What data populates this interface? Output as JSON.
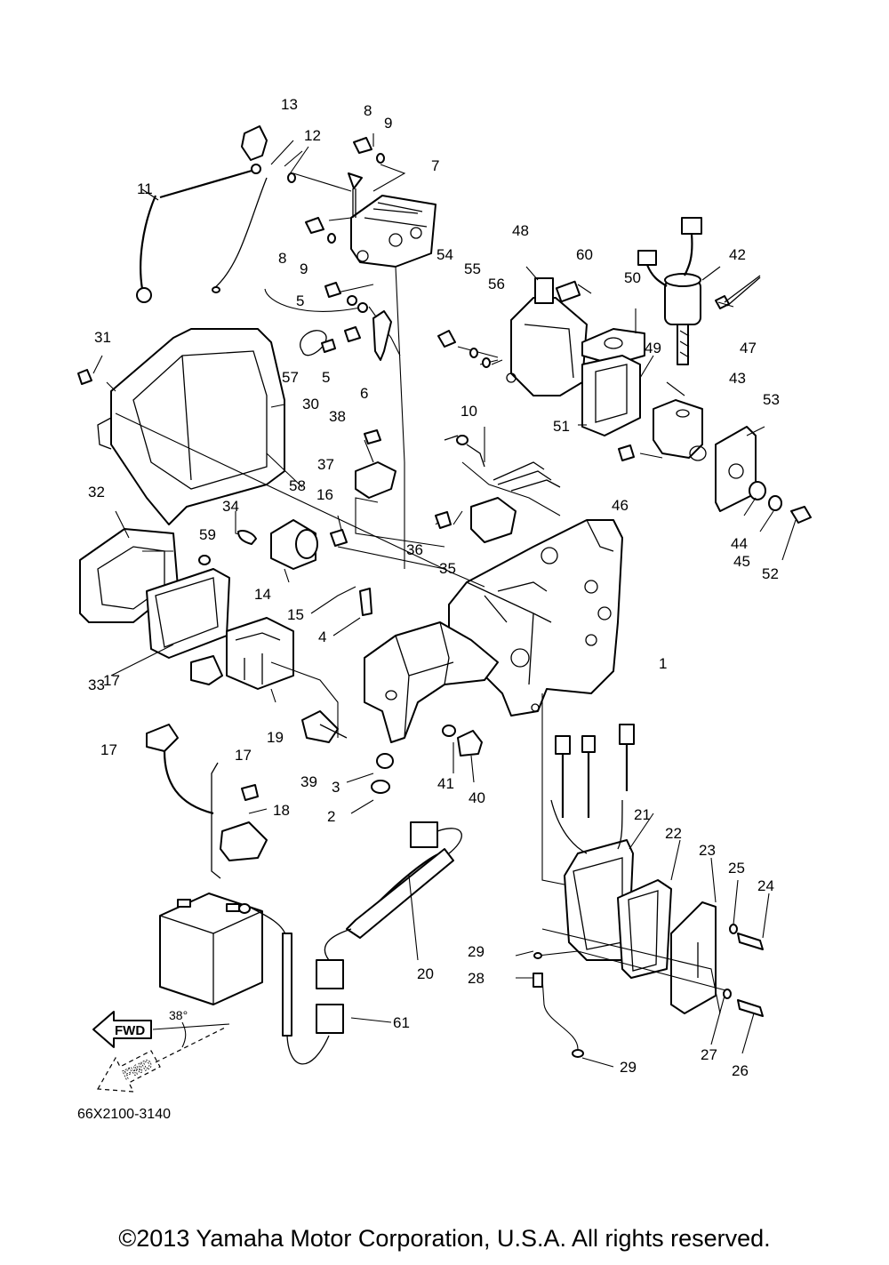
{
  "diagram": {
    "drawing_code": "66X2100-3140",
    "fwd_label": "FWD",
    "angle_label": "38°",
    "copyright": "©2013 Yamaha Motor Corporation, U.S.A. All rights reserved.",
    "callouts": [
      {
        "id": "1"
      },
      {
        "id": "2"
      },
      {
        "id": "3"
      },
      {
        "id": "4"
      },
      {
        "id": "5"
      },
      {
        "id": "5"
      },
      {
        "id": "6"
      },
      {
        "id": "7"
      },
      {
        "id": "8"
      },
      {
        "id": "8"
      },
      {
        "id": "9"
      },
      {
        "id": "9"
      },
      {
        "id": "10"
      },
      {
        "id": "11"
      },
      {
        "id": "12"
      },
      {
        "id": "13"
      },
      {
        "id": "14"
      },
      {
        "id": "15"
      },
      {
        "id": "16"
      },
      {
        "id": "17"
      },
      {
        "id": "17"
      },
      {
        "id": "17"
      },
      {
        "id": "18"
      },
      {
        "id": "19"
      },
      {
        "id": "20"
      },
      {
        "id": "21"
      },
      {
        "id": "22"
      },
      {
        "id": "23"
      },
      {
        "id": "24"
      },
      {
        "id": "25"
      },
      {
        "id": "26"
      },
      {
        "id": "27"
      },
      {
        "id": "28"
      },
      {
        "id": "29"
      },
      {
        "id": "29"
      },
      {
        "id": "30"
      },
      {
        "id": "31"
      },
      {
        "id": "32"
      },
      {
        "id": "33"
      },
      {
        "id": "34"
      },
      {
        "id": "35"
      },
      {
        "id": "36"
      },
      {
        "id": "37"
      },
      {
        "id": "38"
      },
      {
        "id": "39"
      },
      {
        "id": "40"
      },
      {
        "id": "41"
      },
      {
        "id": "42"
      },
      {
        "id": "43"
      },
      {
        "id": "44"
      },
      {
        "id": "45"
      },
      {
        "id": "46"
      },
      {
        "id": "47"
      },
      {
        "id": "48"
      },
      {
        "id": "49"
      },
      {
        "id": "50"
      },
      {
        "id": "51"
      },
      {
        "id": "52"
      },
      {
        "id": "53"
      },
      {
        "id": "54"
      },
      {
        "id": "55"
      },
      {
        "id": "56"
      },
      {
        "id": "57"
      },
      {
        "id": "58"
      },
      {
        "id": "59"
      },
      {
        "id": "60"
      },
      {
        "id": "61"
      }
    ]
  }
}
